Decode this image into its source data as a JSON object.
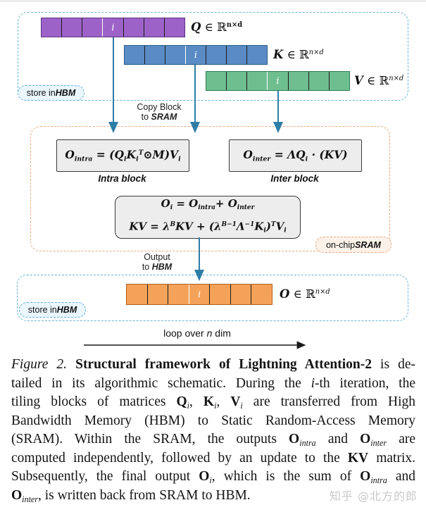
{
  "colors": {
    "q_fill": "#9d62c8",
    "q_border": "#5a3186",
    "k_fill": "#5a8bc4",
    "k_border": "#2a5d8a",
    "v_fill": "#6fbe8f",
    "v_border": "#2d7b52",
    "o_fill": "#f4a259",
    "o_border": "#b25f1f",
    "arrow": "#2e7da6",
    "hbm_border": "#66b2dc",
    "hbm_badge_fill": "#eaf5fc",
    "sram_border": "#e8a87e",
    "sram_badge_fill": "#fcf2e9",
    "formula_fill": "#ededed",
    "formula_border": "#3a3a3a",
    "loop_arrow": "#1a1a1a",
    "watermark": "#c9c9c9"
  },
  "diagram": {
    "matrices": {
      "q": {
        "cell_count": 7,
        "i_cell_index": 3,
        "i_label": "i",
        "label": [
          {
            "t": "Q",
            "c": "v"
          },
          {
            "t": " ∈ ℝ",
            "c": "r"
          },
          {
            "t": "n×d",
            "c": "sup b"
          }
        ]
      },
      "k": {
        "cell_count": 7,
        "i_cell_index": 3,
        "i_label": "i",
        "label": [
          {
            "t": "K",
            "c": "v"
          },
          {
            "t": " ∈ ℝ",
            "c": "r"
          },
          {
            "t": "n×d",
            "c": "sup i"
          }
        ]
      },
      "v": {
        "cell_count": 7,
        "i_cell_index": 3,
        "i_label": "i",
        "label": [
          {
            "t": "V",
            "c": "v"
          },
          {
            "t": " ∈ ℝ",
            "c": "r"
          },
          {
            "t": "n×d",
            "c": "sup i"
          }
        ]
      },
      "o": {
        "cell_count": 7,
        "i_cell_index": 3,
        "i_label": "i",
        "label": [
          {
            "t": "O",
            "c": "v"
          },
          {
            "t": " ∈ ℝ",
            "c": "r"
          },
          {
            "t": "n×d",
            "c": "sup i"
          }
        ]
      }
    },
    "hbm_badge_top": [
      {
        "t": "store in ",
        "c": ""
      },
      {
        "t": "HBM",
        "c": "bi"
      }
    ],
    "hbm_badge_bottom": [
      {
        "t": "store in ",
        "c": ""
      },
      {
        "t": "HBM",
        "c": "bi"
      }
    ],
    "sram_badge": [
      {
        "t": "on-chip ",
        "c": ""
      },
      {
        "t": "SRAM",
        "c": "bi"
      }
    ],
    "copy_label_line1": "Copy Block",
    "copy_label_line2": [
      {
        "t": "to ",
        "c": ""
      },
      {
        "t": "SRAM",
        "c": "bi"
      }
    ],
    "output_label_line1": "Output",
    "output_label_line2": [
      {
        "t": "to ",
        "c": ""
      },
      {
        "t": "HBM",
        "c": "bi"
      }
    ],
    "loop_label": [
      {
        "t": "loop over ",
        "c": ""
      },
      {
        "t": "n",
        "c": "i"
      },
      {
        "t": " dim",
        "c": ""
      }
    ],
    "intra": {
      "formula": [
        {
          "t": "O",
          "c": ""
        },
        {
          "t": "intra",
          "c": "sub"
        },
        {
          "t": " = (",
          "c": ""
        },
        {
          "t": "Q",
          "c": ""
        },
        {
          "t": "i",
          "c": "sub"
        },
        {
          "t": "K",
          "c": ""
        },
        {
          "t": "i",
          "c": "sub"
        },
        {
          "t": "T",
          "c": "sup"
        },
        {
          "t": "⊙M)",
          "c": ""
        },
        {
          "t": "V",
          "c": ""
        },
        {
          "t": "i",
          "c": "sub"
        }
      ],
      "caption": "Intra block"
    },
    "inter": {
      "formula": [
        {
          "t": "O",
          "c": ""
        },
        {
          "t": "inter",
          "c": "sub"
        },
        {
          "t": " = Λ",
          "c": ""
        },
        {
          "t": "Q",
          "c": ""
        },
        {
          "t": "i",
          "c": "sub"
        },
        {
          "t": " · (",
          "c": ""
        },
        {
          "t": "KV",
          "c": ""
        },
        {
          "t": ")",
          "c": ""
        }
      ],
      "caption": "Inter block"
    },
    "update": {
      "line1": [
        {
          "t": "O",
          "c": ""
        },
        {
          "t": "i",
          "c": "sub"
        },
        {
          "t": " = ",
          "c": ""
        },
        {
          "t": "O",
          "c": ""
        },
        {
          "t": "intra",
          "c": "sub"
        },
        {
          "t": "+ ",
          "c": ""
        },
        {
          "t": "O",
          "c": ""
        },
        {
          "t": "inter",
          "c": "sub"
        }
      ],
      "line2": [
        {
          "t": "KV",
          "c": ""
        },
        {
          "t": " = λ",
          "c": ""
        },
        {
          "t": "B",
          "c": "sup"
        },
        {
          "t": "KV",
          "c": ""
        },
        {
          "t": " + (λ",
          "c": ""
        },
        {
          "t": "B−1",
          "c": "sup"
        },
        {
          "t": "Λ",
          "c": ""
        },
        {
          "t": "−1",
          "c": "sup"
        },
        {
          "t": "K",
          "c": ""
        },
        {
          "t": "i",
          "c": "sub"
        },
        {
          "t": ")",
          "c": ""
        },
        {
          "t": "T",
          "c": "sup"
        },
        {
          "t": "V",
          "c": ""
        },
        {
          "t": "i",
          "c": "sub"
        }
      ]
    }
  },
  "caption": {
    "lines": [
      [
        {
          "t": "Figure 2.",
          "c": "i"
        },
        {
          "t": " ",
          "c": ""
        },
        {
          "t": "Structural framework of Lightning Attention-2",
          "c": "b"
        },
        {
          "t": " is de-",
          "c": ""
        }
      ],
      [
        {
          "t": "tailed in its algorithmic schematic. During the ",
          "c": ""
        },
        {
          "t": "i",
          "c": "i"
        },
        {
          "t": "-th iteration, the",
          "c": ""
        }
      ],
      [
        {
          "t": "tiling blocks of matrices ",
          "c": ""
        },
        {
          "t": "Q",
          "c": "b"
        },
        {
          "t": "i",
          "c": "sub"
        },
        {
          "t": ", ",
          "c": ""
        },
        {
          "t": "K",
          "c": "b"
        },
        {
          "t": "i",
          "c": "sub"
        },
        {
          "t": ", ",
          "c": ""
        },
        {
          "t": "V",
          "c": "b"
        },
        {
          "t": "i",
          "c": "sub"
        },
        {
          "t": " are transferred from High",
          "c": ""
        }
      ],
      [
        {
          "t": "Bandwidth Memory (HBM) to Static Random-Access Memory",
          "c": ""
        }
      ],
      [
        {
          "t": "(SRAM). Within the SRAM, the outputs ",
          "c": ""
        },
        {
          "t": "O",
          "c": "b"
        },
        {
          "t": "intra",
          "c": "sub"
        },
        {
          "t": " and ",
          "c": ""
        },
        {
          "t": "O",
          "c": "b"
        },
        {
          "t": "inter",
          "c": "sub"
        },
        {
          "t": " are",
          "c": ""
        }
      ],
      [
        {
          "t": "computed independently, followed by an update to the ",
          "c": ""
        },
        {
          "t": "KV",
          "c": "b"
        },
        {
          "t": " matrix.",
          "c": ""
        }
      ],
      [
        {
          "t": "Subsequently, the final output ",
          "c": ""
        },
        {
          "t": "O",
          "c": "b"
        },
        {
          "t": "i",
          "c": "sub"
        },
        {
          "t": ", which is the sum of ",
          "c": ""
        },
        {
          "t": "O",
          "c": "b"
        },
        {
          "t": "intra",
          "c": "sub"
        },
        {
          "t": " and",
          "c": ""
        }
      ],
      [
        {
          "t": "O",
          "c": "b"
        },
        {
          "t": "inter",
          "c": "sub"
        },
        {
          "t": ", is written back from SRAM to HBM.",
          "c": ""
        }
      ]
    ]
  },
  "watermark": "知乎 @北方的郎"
}
